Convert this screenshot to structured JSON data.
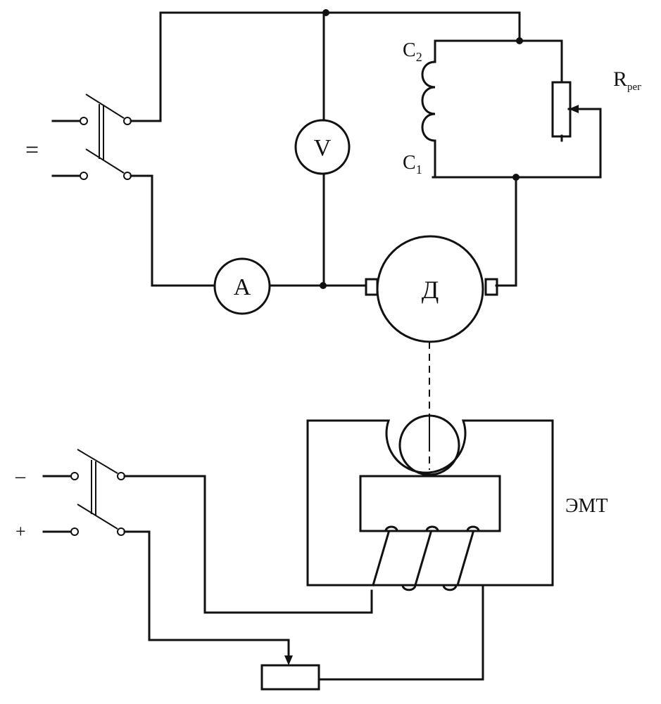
{
  "diagram": {
    "colors": {
      "line": "#111111",
      "background": "#ffffff"
    },
    "labels": {
      "dc_supply": "=",
      "voltmeter": "V",
      "ammeter": "A",
      "motor": "Д",
      "coil_top": "C",
      "coil_top_sub": "2",
      "coil_bottom": "C",
      "coil_bottom_sub": "1",
      "rheostat": "R",
      "rheostat_sub": "рег",
      "brake": "ЭМТ",
      "minus": "–",
      "plus": "+"
    }
  }
}
